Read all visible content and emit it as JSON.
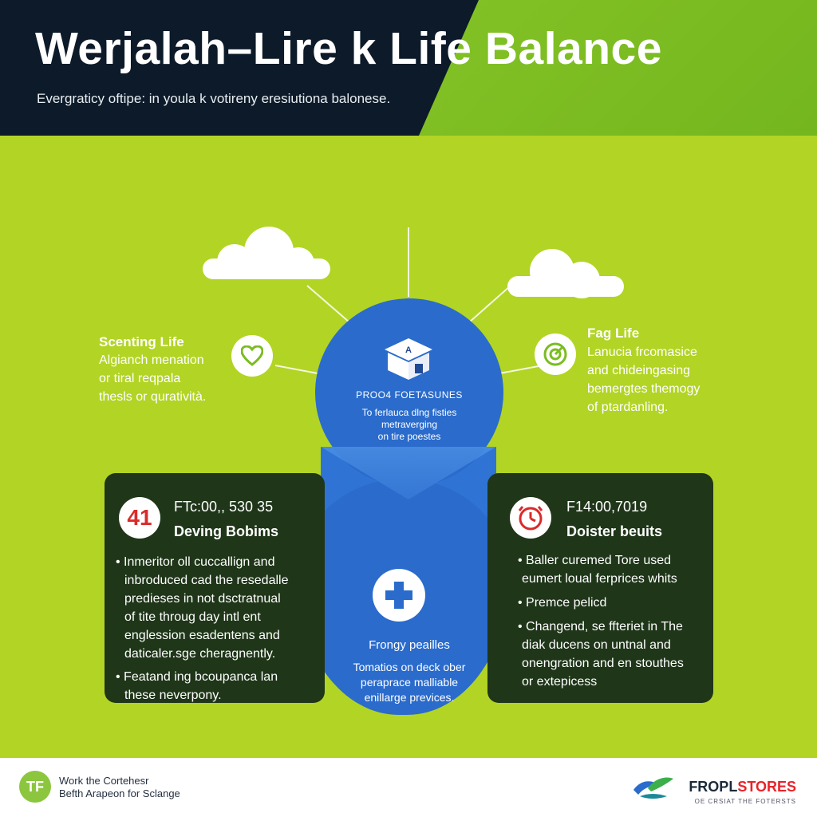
{
  "header": {
    "title": "Werjalah–Lire k Life Balance",
    "subtitle": "Evergraticy oftipe: in youla k votireny eresiutiona balonese."
  },
  "left_side": {
    "title": "Scenting Life",
    "lines": [
      "Algianch menation",
      "or tiral reqpala",
      "thesls or quratività."
    ],
    "icon": "heart-icon"
  },
  "right_side": {
    "title": "Fag Life",
    "lines": [
      "Lanucia frcomasice",
      "and chideingasing",
      "bemergtes themogy",
      "of ptardanling."
    ],
    "icon": "target-icon"
  },
  "center_top": {
    "title": "PROO4 FOETASUNES",
    "lines": [
      "To ferlauca dlng fisties",
      "metraverging",
      "on tire poestes"
    ],
    "icon": "graduation-cap-icon"
  },
  "center_bottom": {
    "title": "Frongy peailles",
    "lines": [
      "Tomatios on deck ober",
      "peraprace malliable",
      "enillarge previces."
    ],
    "icon": "plus-icon"
  },
  "left_panel": {
    "badge": "41",
    "heading": "FTc:00,, 530 35",
    "subheading": "Deving Bobims",
    "bullets": [
      [
        "• Inmeritor oll cuccallign and",
        "inbroduced cad the resedalle",
        "predieses in not dsctratnual",
        "of tite  throug  day  intl ent",
        "englession esadentens and",
        "daticaler.sge cheragnently."
      ],
      [
        "• Featand ing bcoupanca lan",
        "these neverpony."
      ]
    ]
  },
  "right_panel": {
    "heading": "F14:00,7019",
    "subheading": "Doister beuits",
    "icon": "clock-icon",
    "bullets": [
      [
        "• Baller curemed Tore used",
        "eumert loual ferprices whits"
      ],
      [
        "• Premce pelicd"
      ],
      [
        "• Changend, se ffteriet in The",
        "diak ducens on untnal and",
        "onengration and en stouthes",
        "or extepicess"
      ]
    ]
  },
  "footer": {
    "line1": "Work the Cortehesr",
    "line2": "Befth Arapeon for Sclange",
    "logo_letter": "TF",
    "brand_main": "FROPL",
    "brand_accent": "STORES",
    "brand_sub": "OE CRSIAT THE FOTERSTS"
  },
  "colors": {
    "header_dark": "#0c1a29",
    "header_green": "#7cbc22",
    "background_green": "#b2d425",
    "blue": "#2a6bcc",
    "panel_dark": "#1f3619",
    "badge_red": "#d92b2b"
  }
}
